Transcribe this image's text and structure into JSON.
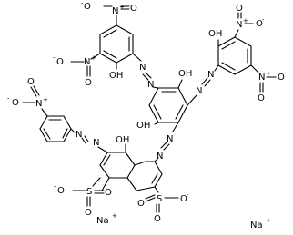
{
  "structure": {
    "labels": {
      "o_minus": "O",
      "minus": "-",
      "plus": "+",
      "n": "N",
      "o": "O",
      "oh": "OH",
      "na": "Na",
      "sulfonate_o_minus": "O",
      "s": "S"
    }
  }
}
